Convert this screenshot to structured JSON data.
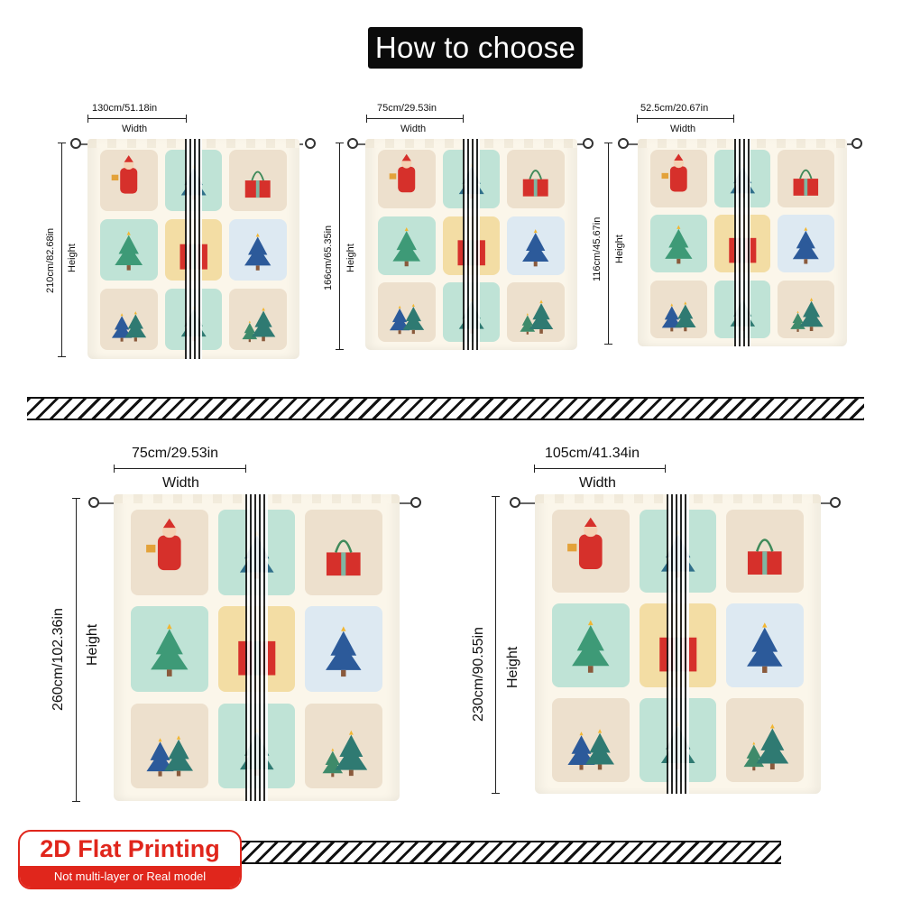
{
  "title": "How to choose",
  "dimension_labels": {
    "width_word": "Width",
    "height_word": "Height"
  },
  "curtains": [
    {
      "width": "130cm/51.18in",
      "height": "210cm/82.68in"
    },
    {
      "width": "75cm/29.53in",
      "height": "166cm/65.35in"
    },
    {
      "width": "52.5cm/20.67in",
      "height": "116cm/45.67in"
    },
    {
      "width": "75cm/29.53in",
      "height": "260cm/102.36in"
    },
    {
      "width": "105cm/41.34in",
      "height": "230cm/90.55in"
    }
  ],
  "badge": {
    "main": "2D Flat Printing",
    "sub": "Not multi-layer or Real model"
  },
  "colors": {
    "badge_red": "#e0261c",
    "title_bg": "#0b0b0b",
    "fabric": "#fbf6ea",
    "tile_mint": "#bfe3d6",
    "tile_beige": "#ede0cd"
  }
}
